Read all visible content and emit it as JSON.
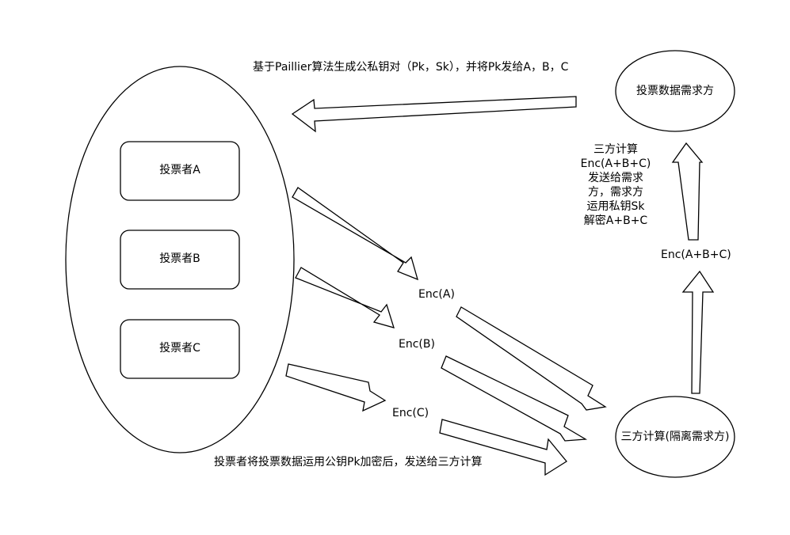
{
  "voters": {
    "voter_a": "投票者A",
    "voter_b": "投票者B",
    "voter_c": "投票者C"
  },
  "requester": "投票数据需求方",
  "third_party": "三方计算(隔离需求方)",
  "top_caption": "基于Paillier算法生成公私钥对（Pk，Sk），并将Pk发给A，B，C",
  "bottom_caption": "投票者将投票数据运用公钥Pk加密后，发送给三方计算",
  "enc_labels": {
    "a": "Enc(A)",
    "b": "Enc(B)",
    "c": "Enc(C)",
    "sum": "Enc(A+B+C)"
  },
  "compute_note": "三方计算\nEnc(A+B+C)\n发送给需求\n方，需求方\n运用私钥Sk\n解密A+B+C"
}
